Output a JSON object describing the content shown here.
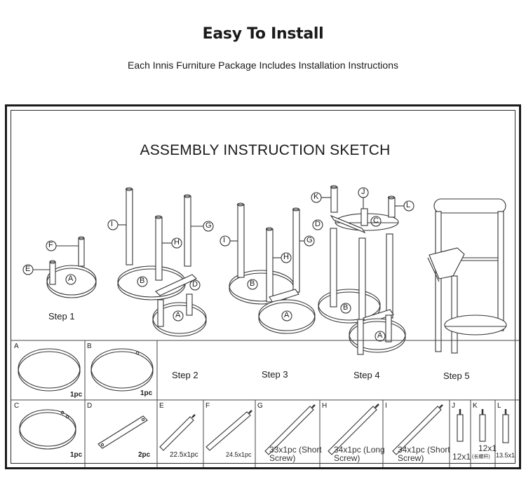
{
  "header": {
    "title": "Easy To Install",
    "subtitle": "Each Innis Furniture Package Includes Installation Instructions"
  },
  "sketch": {
    "title": "ASSEMBLY INSTRUCTION SKETCH",
    "steps": [
      "Step 1",
      "Step 2",
      "Step 3",
      "Step 4",
      "Step 5"
    ],
    "callouts": [
      "A",
      "B",
      "C",
      "D",
      "E",
      "F",
      "G",
      "H",
      "I",
      "J",
      "K",
      "L"
    ]
  },
  "parts": [
    {
      "letter": "A",
      "qty": "1pc"
    },
    {
      "letter": "B",
      "qty": "1pc"
    },
    {
      "letter": "C",
      "qty": "1pc"
    },
    {
      "letter": "D",
      "qty": "2pc"
    },
    {
      "letter": "E",
      "qty": "22.5x1pc"
    },
    {
      "letter": "F",
      "qty": "24.5x1pc"
    },
    {
      "letter": "G",
      "qty": "33x1pc (Short Screw)"
    },
    {
      "letter": "H",
      "qty": "34x1pc (Long Screw)"
    },
    {
      "letter": "I",
      "qty": "34x1pc (Short Screw)"
    },
    {
      "letter": "J",
      "qty": "12x1"
    },
    {
      "letter": "K",
      "qty": "12x1",
      "note": "(长螺杆)"
    },
    {
      "letter": "L",
      "qty": "13.5x1"
    }
  ]
}
